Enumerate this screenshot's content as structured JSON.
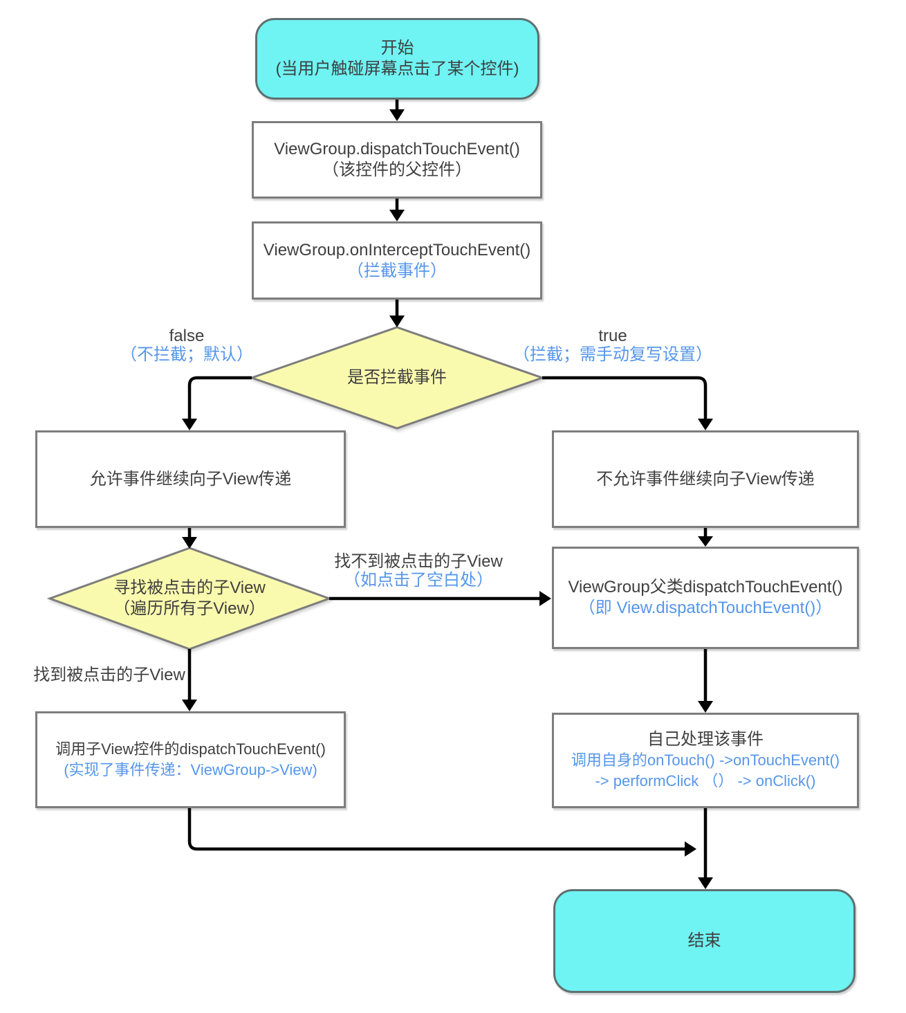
{
  "nodes": {
    "start": {
      "line1": "开始",
      "line2": "(当用户触碰屏幕点击了某个控件)"
    },
    "dispatch": {
      "line1": "ViewGroup.dispatchTouchEvent()",
      "line2": "（该控件的父控件）"
    },
    "intercept": {
      "line1": "ViewGroup.onInterceptTouchEvent()",
      "line2": "（拦截事件）"
    },
    "decision_intercept": {
      "line1": "是否拦截事件"
    },
    "allow": {
      "line1": "允许事件继续向子View传递"
    },
    "disallow": {
      "line1": "不允许事件继续向子View传递"
    },
    "decision_find": {
      "line1": "寻找被点击的子View",
      "line2": "（遍历所有子View）"
    },
    "super_dispatch": {
      "line1": "ViewGroup父类dispatchTouchEvent()",
      "line2": "（即 View.dispatchTouchEvent()）"
    },
    "child_dispatch": {
      "line1": "调用子View控件的dispatchTouchEvent()",
      "line2": "(实现了事件传递：ViewGroup->View)"
    },
    "self_handle": {
      "line1": "自己处理该事件",
      "line2": "调用自身的onTouch() ->onTouchEvent()",
      "line3": "-> performClick （） -> onClick()"
    },
    "end": {
      "line1": "结束"
    }
  },
  "edge_labels": {
    "false_branch": {
      "line1": "false",
      "line2": "（不拦截；默认）"
    },
    "true_branch": {
      "line1": "true",
      "line2": "（拦截；需手动复写设置）"
    },
    "child_not_found": {
      "line1": "找不到被点击的子View",
      "line2": "（如点击了空白处）"
    },
    "child_found": {
      "line1": "找到被点击的子View"
    }
  },
  "colors": {
    "terminal-fill": "#6ff3f3",
    "terminal-border": "#5f7070",
    "decision-fill": "#fafaae",
    "process-fill": "#ffffff",
    "border-gray": "#7d7d7d",
    "text-dark": "#3f3f3f",
    "text-blue": "#5596eb",
    "edge-black": "#000000"
  }
}
